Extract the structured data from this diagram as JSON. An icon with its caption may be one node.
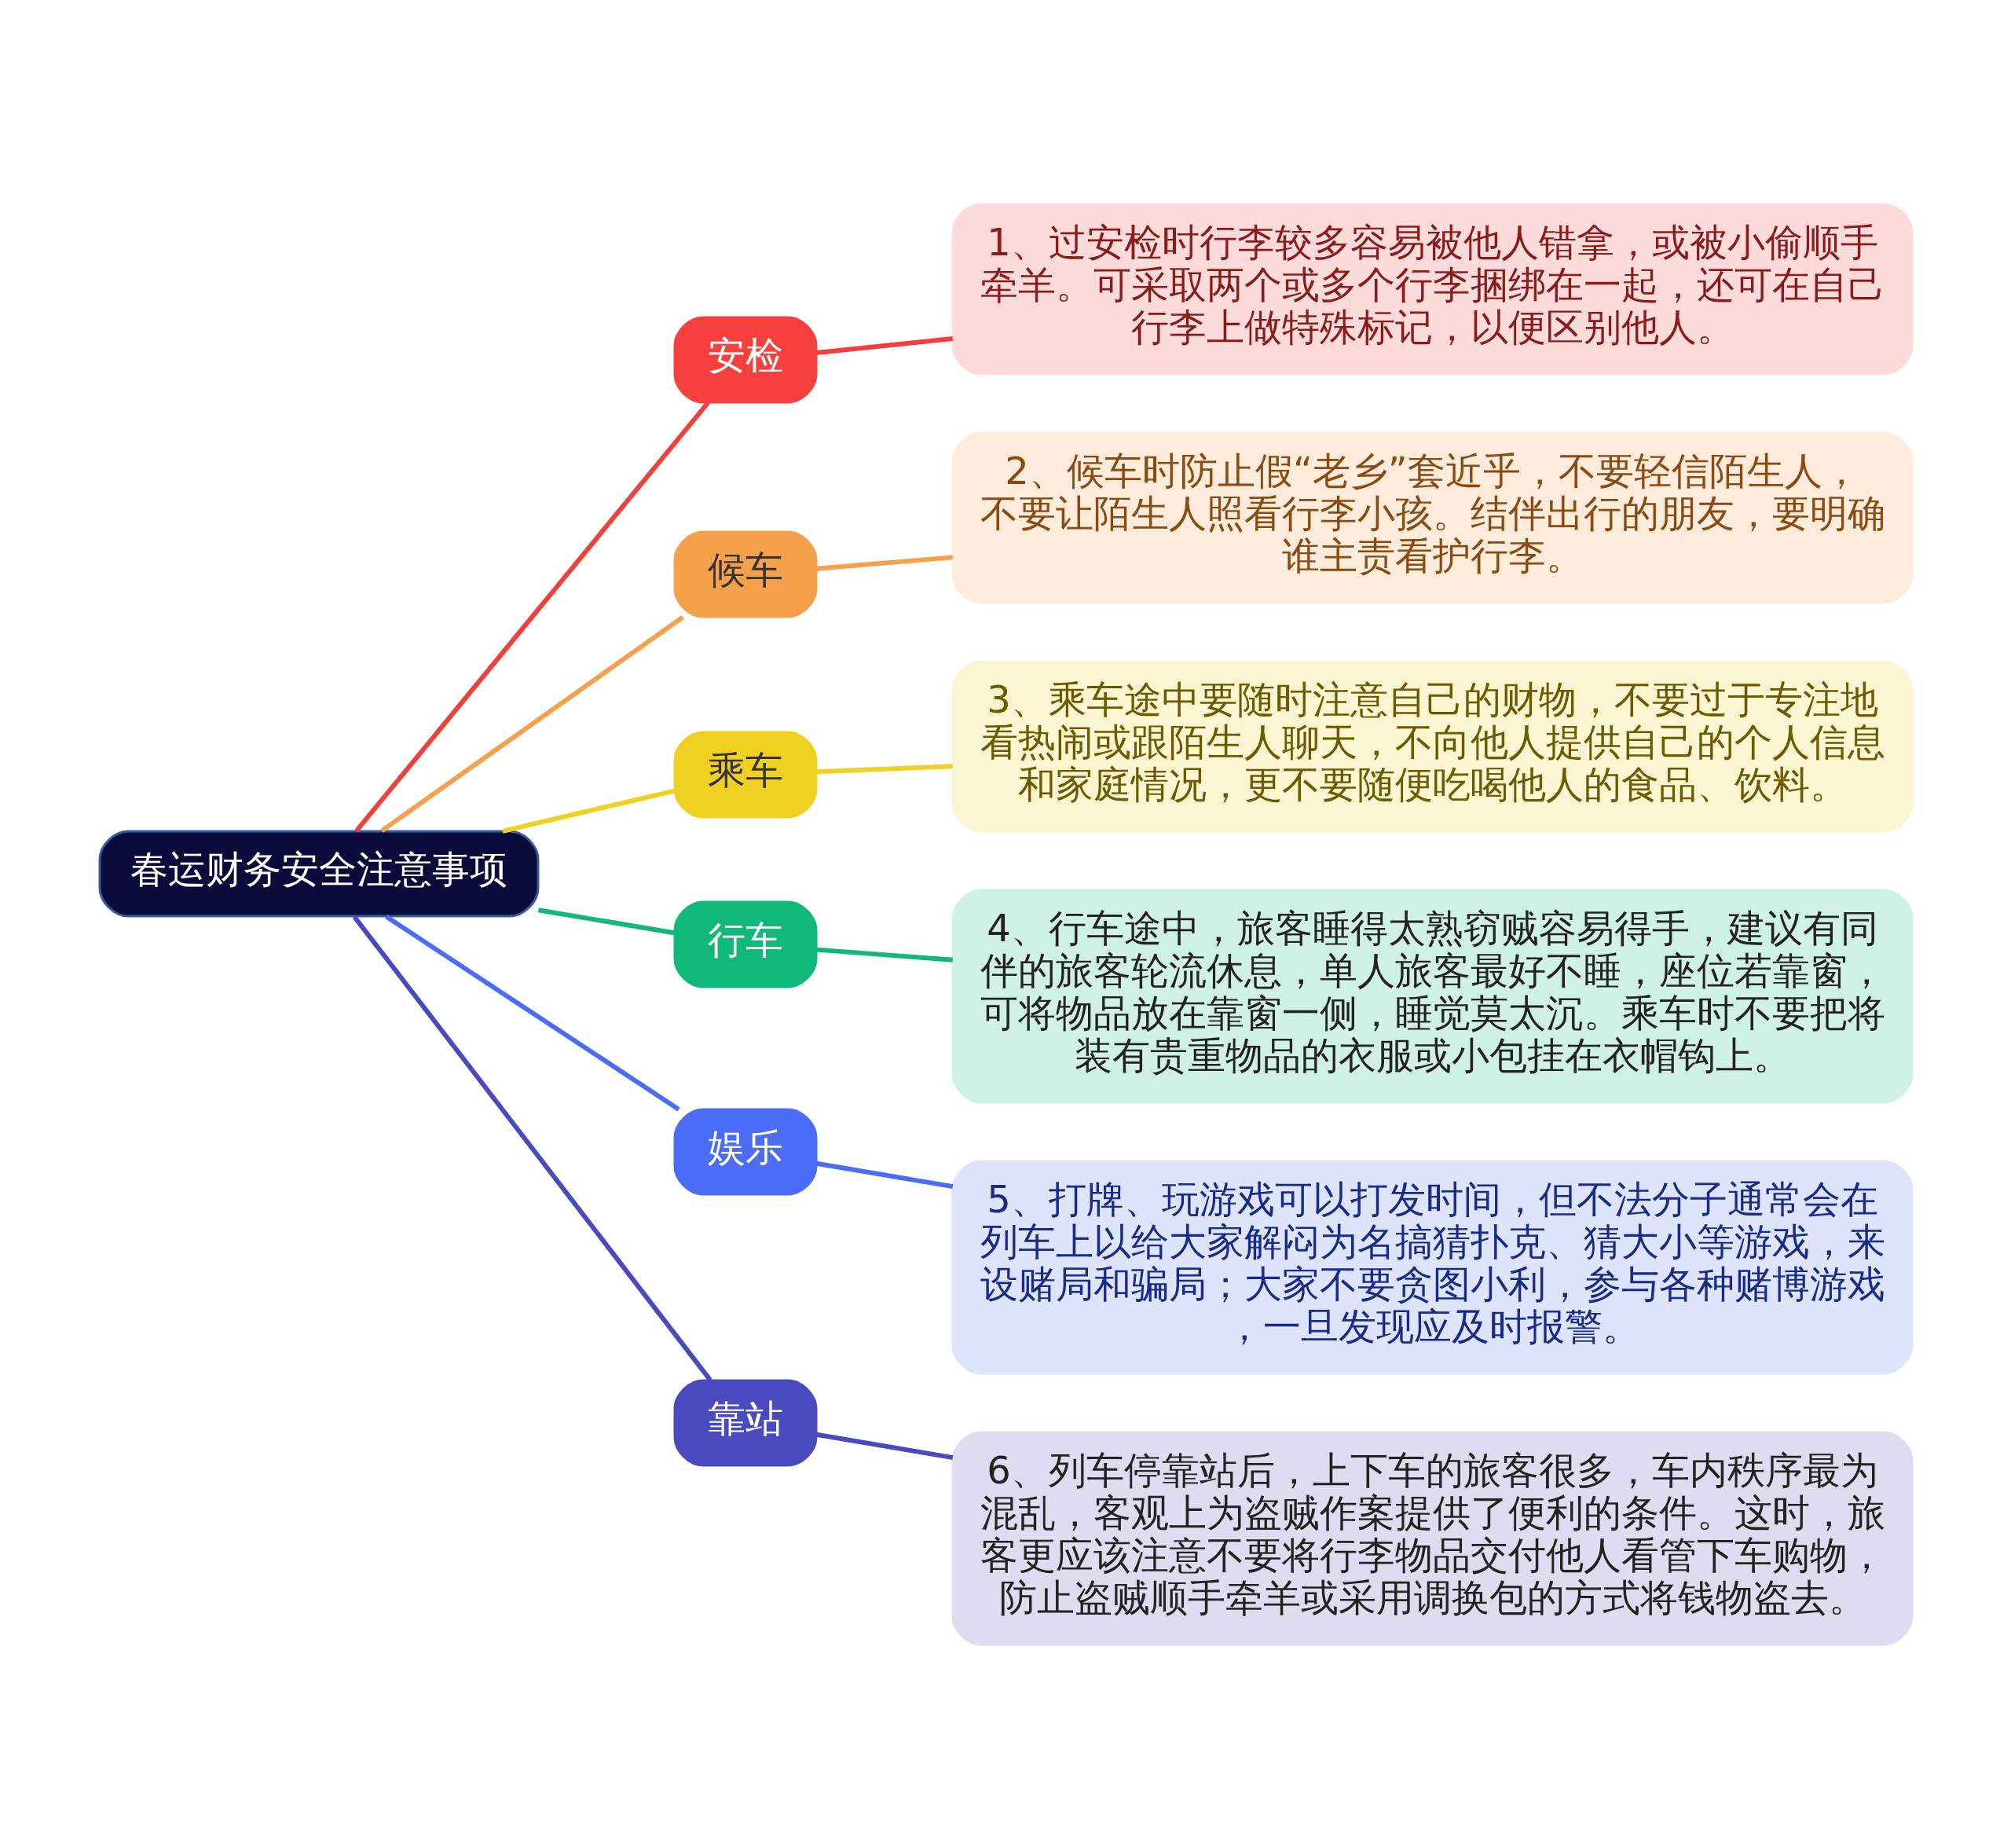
{
  "diagram": {
    "nodes": [
      {
        "text": [
          "春运财务安全注意事项"
        ]
      },
      {
        "text": [
          "安检"
        ]
      },
      {
        "text": [
          "1、过安检时行李较多容易被他人错拿，或被小偷顺手牵羊。可采取两个或多个行李捆绑在一起，还可在自己行李上做特殊标记，以便区别他人。"
        ]
      },
      {
        "text": [
          "候车"
        ]
      },
      {
        "text": [
          "2、候车时防止假“老乡”套近乎，不要轻信陌生人，不要让陌生人照看行李小孩。结伴出行的朋友，要明确谁主责看护行李。"
        ]
      },
      {
        "text": [
          "乘车"
        ]
      },
      {
        "text": [
          "3、乘车途中要随时注意自己的财物，不要过于专注地看热闹或跟陌生人聊天，不向他人提供自己的个人信息和家庭情况，更不要随便吃喝他人的食品、饮料。"
        ]
      },
      {
        "text": [
          "行车"
        ]
      },
      {
        "text": [
          "4、行车途中，旅客睡得太熟窃贼容易得手，建议有同伴的旅客轮流休息，单人旅客最好不睡，座位若靠窗，可将物品放在靠窗一侧，睡觉莫太沉。乘车时不要把将装有贵重物品的衣服或小包挂在衣帽钩上。"
        ]
      },
      {
        "text": [
          "娱乐"
        ]
      },
      {
        "text": [
          "5、打牌、玩游戏可以打发时间，但不法分子通常会在列车上以给大家解闷为名搞猜扑克、猜大小等游戏，来设赌局和骗局；大家不要贪图小利，参与各种赌博游戏，一旦发现应及时报警。"
        ]
      },
      {
        "text": [
          "靠站"
        ]
      },
      {
        "text": [
          "6、列车停靠站后，上下车的旅客很多，车内秩序最为混乱，客观上为盗贼作案提供了便利的条件。这时，旅客更应该注意不要将行李物品交付他人看管下车购物，防止盗贼顺手牵羊或采用调换包的方式将钱物盗去。"
        ]
      }
    ],
    "edges": [
      {
        "from": 0,
        "to": 1,
        "arrow": "none",
        "color": "#f0403c"
      },
      {
        "from": 1,
        "to": 2,
        "arrow": "none",
        "color": "#f0403c"
      },
      {
        "from": 0,
        "to": 3,
        "arrow": "none",
        "color": "#f5a04a"
      },
      {
        "from": 3,
        "to": 4,
        "arrow": "none",
        "color": "#f5a04a"
      },
      {
        "from": 0,
        "to": 5,
        "arrow": "none",
        "color": "#f0d020"
      },
      {
        "from": 5,
        "to": 6,
        "arrow": "none",
        "color": "#f0d020"
      },
      {
        "from": 0,
        "to": 7,
        "arrow": "none",
        "color": "#12b87a"
      },
      {
        "from": 7,
        "to": 8,
        "arrow": "none",
        "color": "#12b87a"
      },
      {
        "from": 0,
        "to": 9,
        "arrow": "none",
        "color": "#4a6cf7"
      },
      {
        "from": 9,
        "to": 10,
        "arrow": "none",
        "color": "#4a6cf7"
      },
      {
        "from": 0,
        "to": 11,
        "arrow": "none",
        "color": "#4a4abf"
      },
      {
        "from": 11,
        "to": 12,
        "arrow": "none",
        "color": "#4a4abf"
      }
    ]
  }
}
